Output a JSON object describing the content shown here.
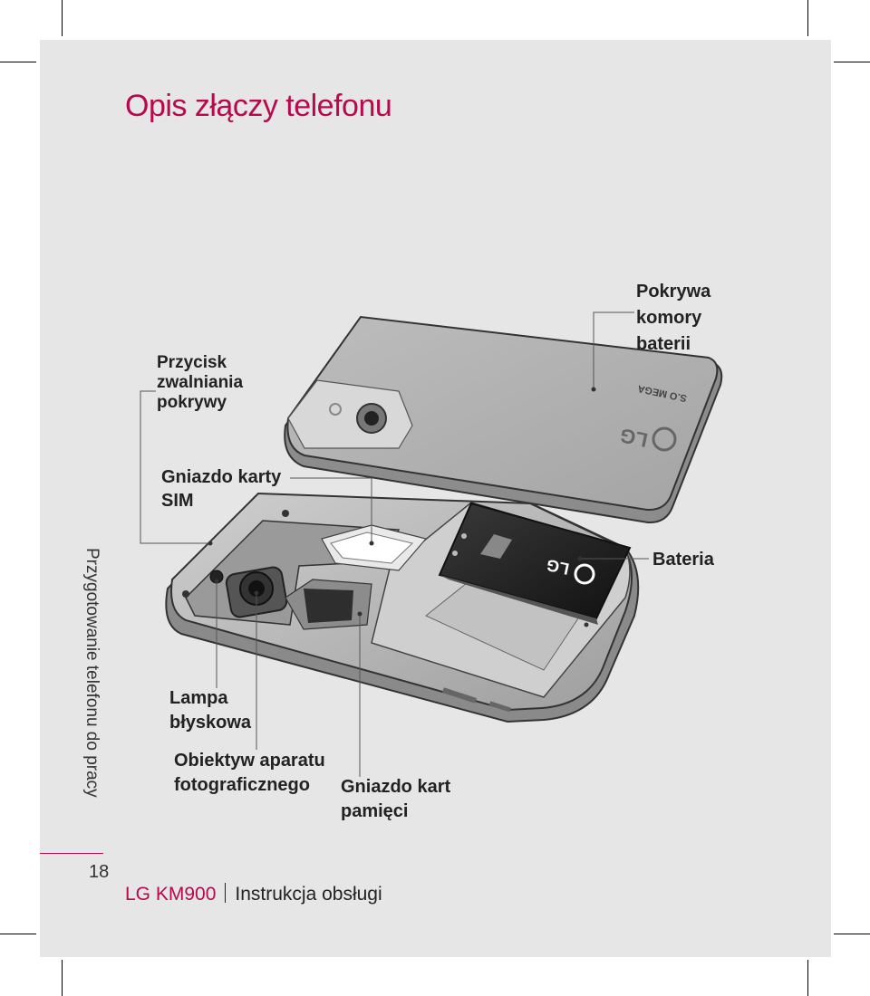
{
  "title": "Opis złączy telefonu",
  "section": "Przygotowanie telefonu do pracy",
  "page_number": "18",
  "footer": {
    "model": "LG KM900",
    "doc": "Instrukcja obsługi"
  },
  "callouts": {
    "cover_release": [
      "Przycisk",
      "zwalniania",
      "pokrywy"
    ],
    "battery_cover": [
      "Pokrywa",
      "komory",
      "baterii"
    ],
    "sim_slot": [
      "Gniazdo karty",
      "SIM"
    ],
    "battery": [
      "Bateria"
    ],
    "flash": [
      "Lampa",
      "błyskowa"
    ],
    "camera_lens": [
      "Obiektyw aparatu",
      "fotograficznego"
    ],
    "memory_slot": [
      "Gniazdo kart",
      "pamięci"
    ]
  },
  "printed_marks": {
    "brand": "LG",
    "cover_model": "S.O MEGA"
  },
  "colors": {
    "accent": "#b7094c",
    "page_bg": "#e6e6e6"
  }
}
